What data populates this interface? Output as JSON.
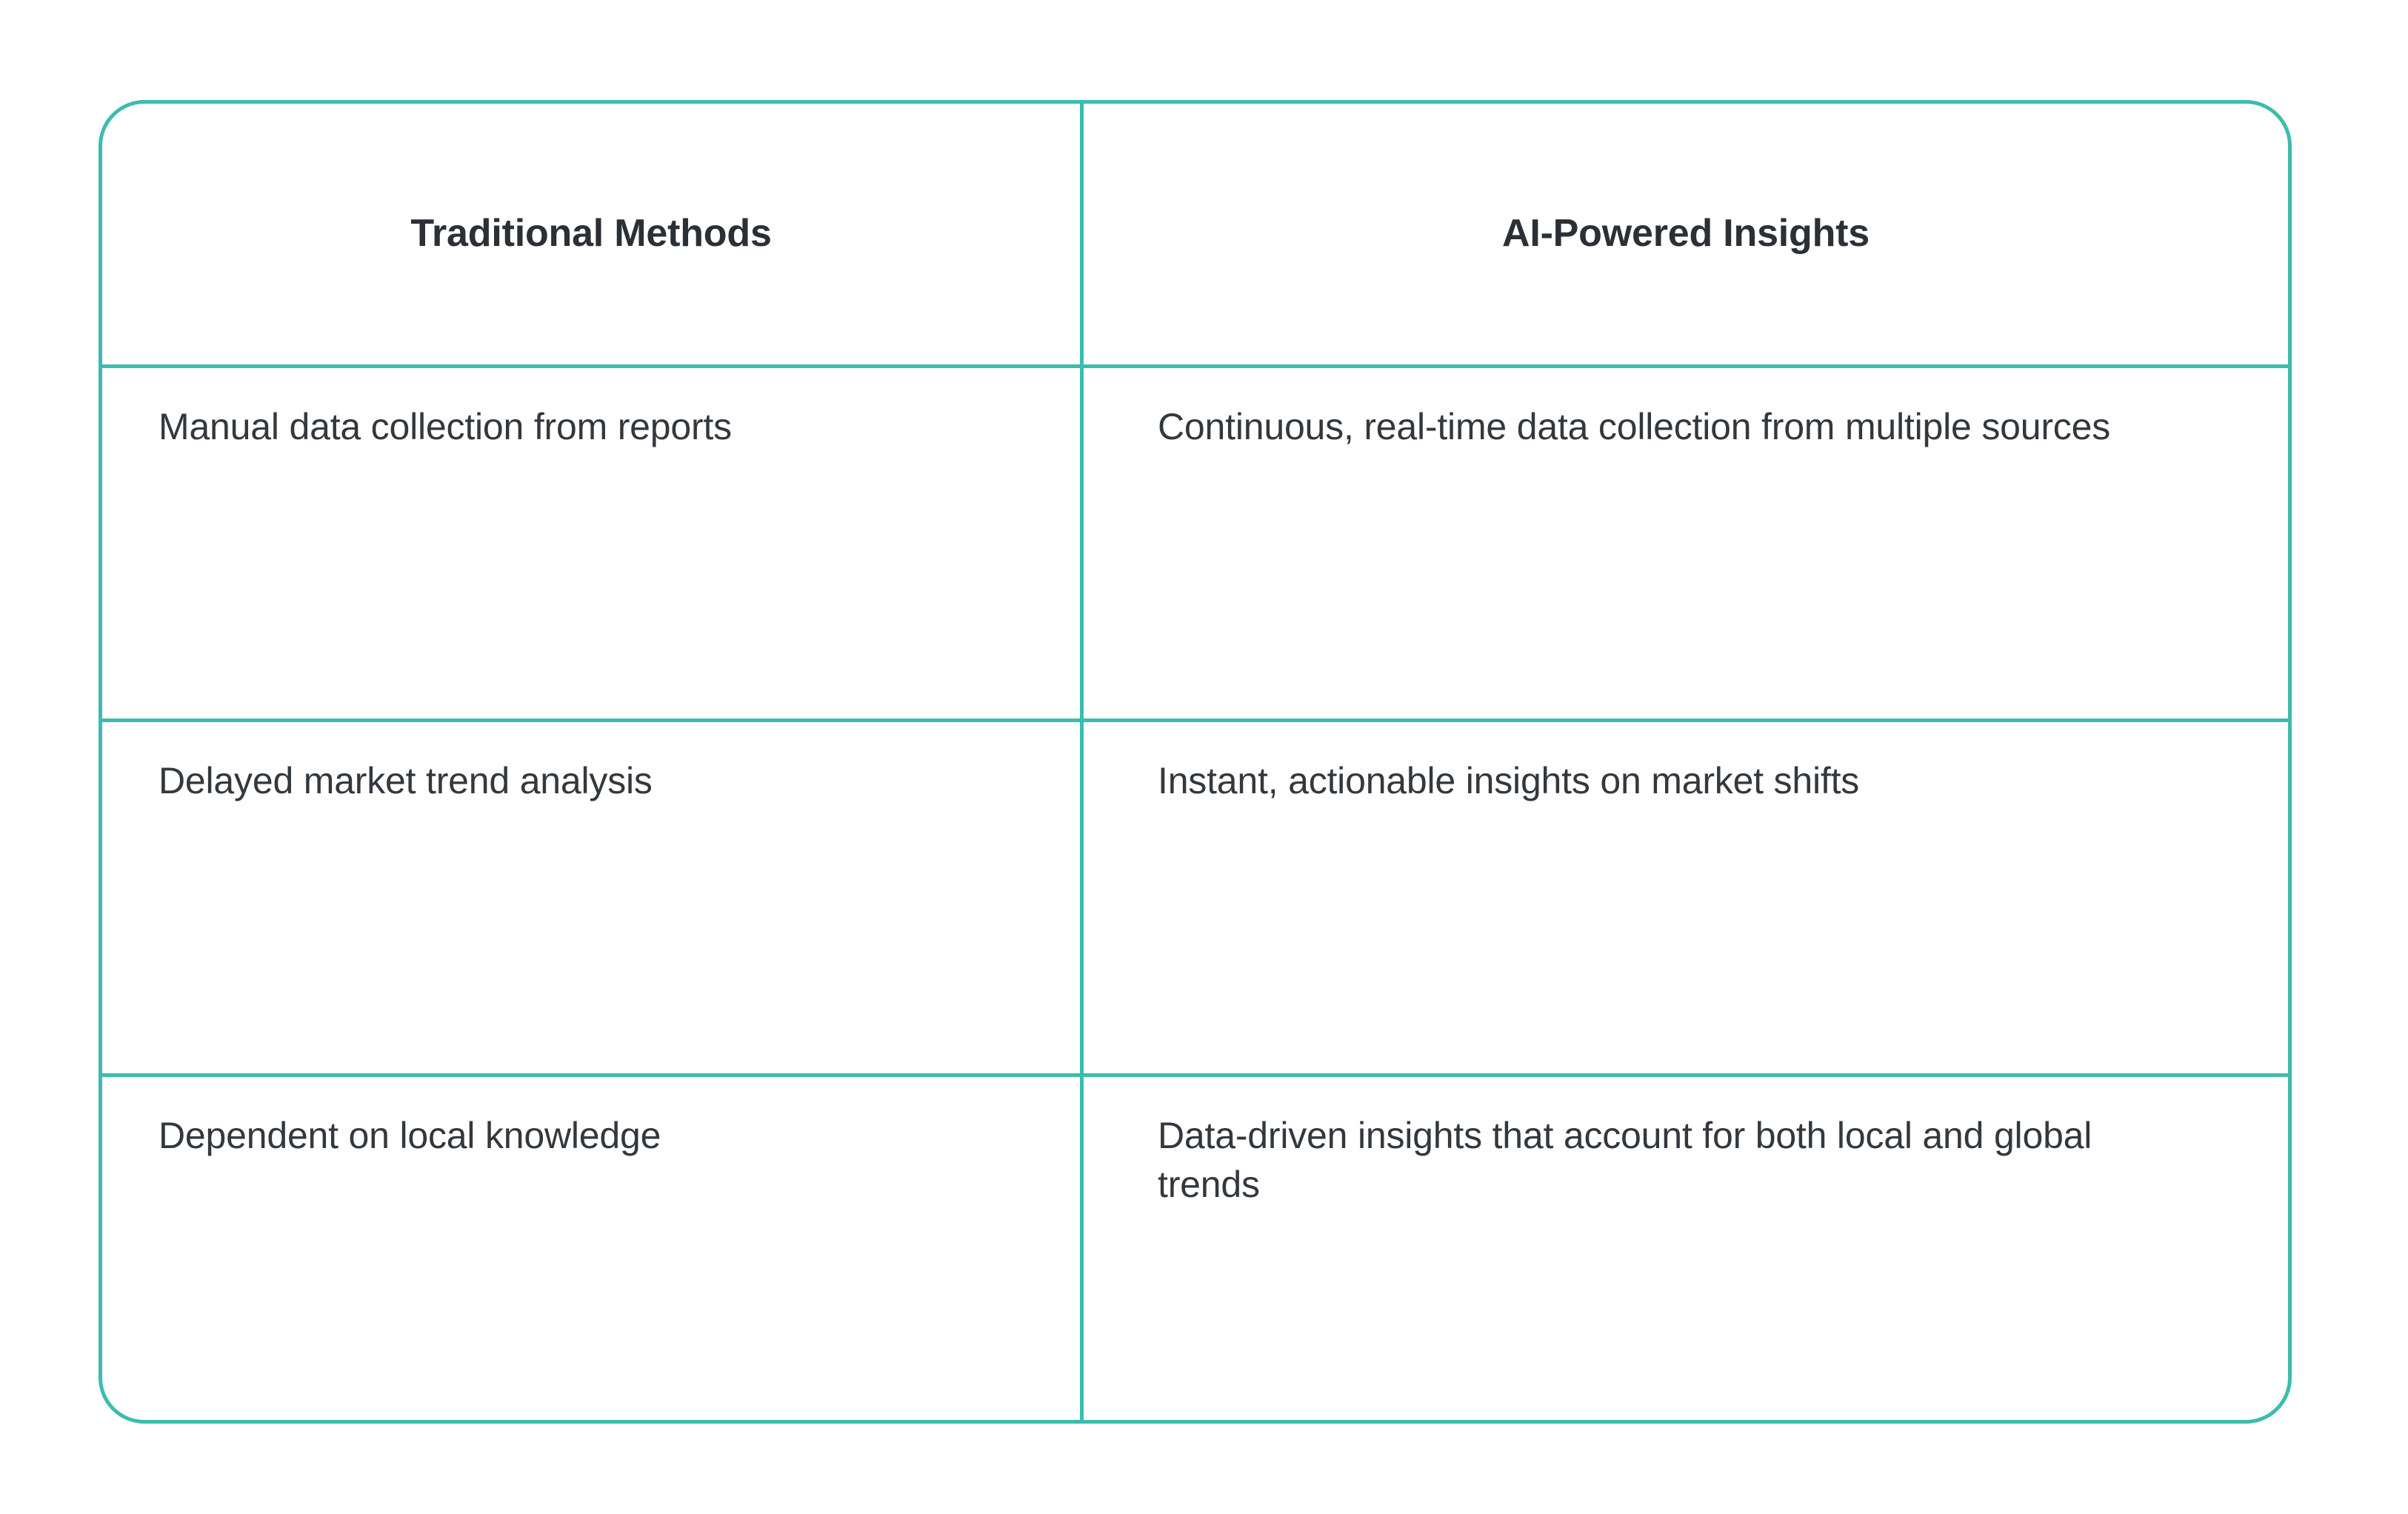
{
  "table": {
    "accent_color": "#3BBCAF",
    "text_color": "#33383e",
    "header_text_color": "#2b3036",
    "background_color": "#ffffff",
    "columns": [
      {
        "label": "Traditional Methods"
      },
      {
        "label": "AI-Powered Insights"
      }
    ],
    "rows": [
      {
        "traditional": "Manual data collection from reports",
        "ai": "Continuous, real-time data collection from multiple sources"
      },
      {
        "traditional": "Delayed market trend analysis",
        "ai": "Instant, actionable insights on market shifts"
      },
      {
        "traditional": "Dependent on local knowledge",
        "ai": "Data-driven insights that account for both local and global trends"
      }
    ]
  }
}
